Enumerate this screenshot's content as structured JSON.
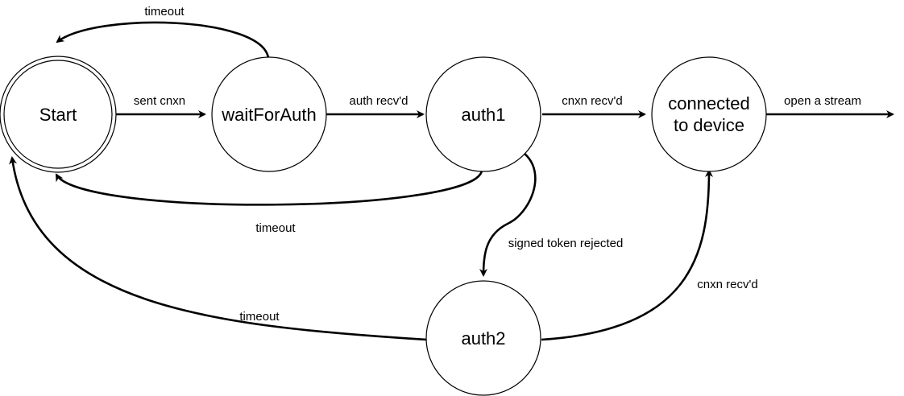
{
  "diagram": {
    "states": {
      "start": "Start",
      "wait_for_auth": "waitForAuth",
      "auth1": "auth1",
      "connected_line1": "connected",
      "connected_line2": "to device",
      "auth2": "auth2"
    },
    "transitions": {
      "start_to_wait": "sent cnxn",
      "wait_timeout": "timeout",
      "wait_to_auth1": "auth recv'd",
      "auth1_to_connected": "cnxn recv'd",
      "connected_out": "open a stream",
      "auth1_timeout": "timeout",
      "auth1_to_auth2": "signed token rejected",
      "auth2_timeout": "timeout",
      "auth2_to_connected": "cnxn recv'd"
    },
    "colors": {
      "stroke": "#000000",
      "fill": "#ffffff",
      "text": "#000000"
    }
  }
}
